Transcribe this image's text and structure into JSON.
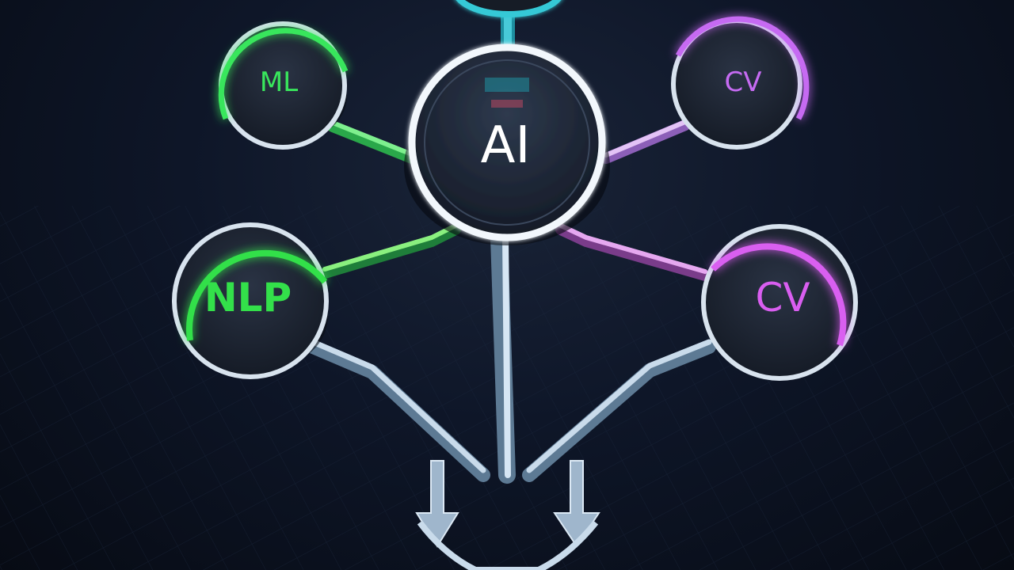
{
  "diagram": {
    "center": {
      "label": "AI",
      "color": "#ffffff"
    },
    "nodes": [
      {
        "id": "ml",
        "label": "ML",
        "color": "#39e65c"
      },
      {
        "id": "cv-top",
        "label": "CV",
        "color": "#c66bf2"
      },
      {
        "id": "nlp",
        "label": "NLP",
        "color": "#33e04a"
      },
      {
        "id": "cv-bottom",
        "label": "CV",
        "color": "#d95ef0"
      }
    ],
    "colors": {
      "background": "#0b1220",
      "connector": "#bfd6ea",
      "top_node_accent": "#35c9d6"
    }
  }
}
